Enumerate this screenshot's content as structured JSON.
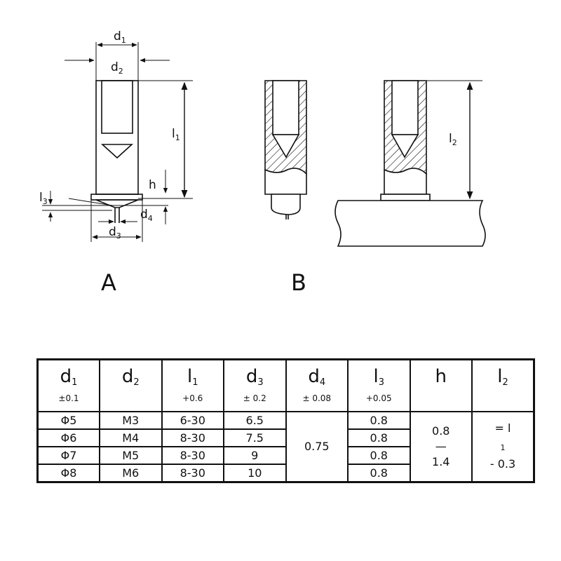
{
  "views": {
    "a_label": "A",
    "b_label": "B"
  },
  "dims": {
    "d1": "d",
    "d1_sub": "1",
    "d2": "d",
    "d2_sub": "2",
    "l1": "l",
    "l1_sub": "1",
    "l2": "l",
    "l2_sub": "2",
    "l3": "l",
    "l3_sub": "3",
    "d3": "d",
    "d3_sub": "3",
    "d4": "d",
    "d4_sub": "4",
    "h": "h"
  },
  "table": {
    "headers": [
      {
        "sym": "d",
        "sub": "1",
        "tol": "±0.1"
      },
      {
        "sym": "d",
        "sub": "2",
        "tol": ""
      },
      {
        "sym": "l",
        "sub": "1",
        "tol": "+0.6"
      },
      {
        "sym": "d",
        "sub": "3",
        "tol": "± 0.2"
      },
      {
        "sym": "d",
        "sub": "4",
        "tol": "± 0.08"
      },
      {
        "sym": "l",
        "sub": "3",
        "tol": "+0.05"
      },
      {
        "sym": "h",
        "sub": "",
        "tol": ""
      },
      {
        "sym": "l",
        "sub": "2",
        "tol": ""
      }
    ],
    "rows": [
      {
        "d1": "Φ5",
        "d2": "M3",
        "l1": "6-30",
        "d3": "6.5",
        "l3": "0.8"
      },
      {
        "d1": "Φ6",
        "d2": "M4",
        "l1": "8-30",
        "d3": "7.5",
        "l3": "0.8"
      },
      {
        "d1": "Φ7",
        "d2": "M5",
        "l1": "8-30",
        "d3": "9",
        "l3": "0.8"
      },
      {
        "d1": "Φ8",
        "d2": "M6",
        "l1": "8-30",
        "d3": "10",
        "l3": "0.8"
      }
    ],
    "d4_value": "0.75",
    "h_value": {
      "from": "0.8",
      "dash": "—",
      "to": "1.4"
    },
    "l2_value": {
      "line1": "= l",
      "line1_sub": "1",
      "line2": "- 0.3"
    }
  }
}
